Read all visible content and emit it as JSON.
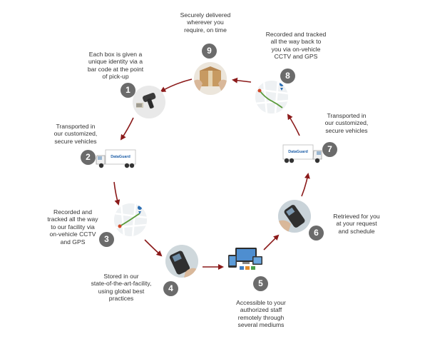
{
  "steps": [
    {
      "number": "1",
      "caption": "Each box is given a\nunique identity via a\nbar code at the point\nof pick-up",
      "icon": "barcode-scanner-icon"
    },
    {
      "number": "2",
      "caption": "Transported in\nour customized,\nsecure vehicles",
      "icon": "truck-icon",
      "truck_logo": "DataGuard"
    },
    {
      "number": "3",
      "caption": "Recorded and\ntracked all the way\nto our facility via\non-vehicle CCTV\nand GPS",
      "icon": "gps-map-icon"
    },
    {
      "number": "4",
      "caption": "Stored in our\nstate-of-the-art-facility,\nusing global best\npractices",
      "icon": "handheld-terminal-icon"
    },
    {
      "number": "5",
      "caption": "Accessible to your\nauthorized staff\nremotely through\nseveral mediums",
      "icon": "devices-icon"
    },
    {
      "number": "6",
      "caption": "Retrieved for you\nat your request\nand schedule",
      "icon": "handheld-terminal-icon"
    },
    {
      "number": "7",
      "caption": "Transported in\nour customized,\nsecure vehicles",
      "icon": "truck-icon",
      "truck_logo": "DataGuard"
    },
    {
      "number": "8",
      "caption": "Recorded and tracked\nall the way back to\nyou via on-vehicle\nCCTV and GPS",
      "icon": "gps-map-icon"
    },
    {
      "number": "9",
      "caption": "Securely delivered\nwherever you\nrequire, on time",
      "icon": "box-delivery-icon"
    }
  ],
  "colors": {
    "arrow": "#8b1a1a",
    "badge": "#6b6b6b",
    "text": "#333333"
  }
}
